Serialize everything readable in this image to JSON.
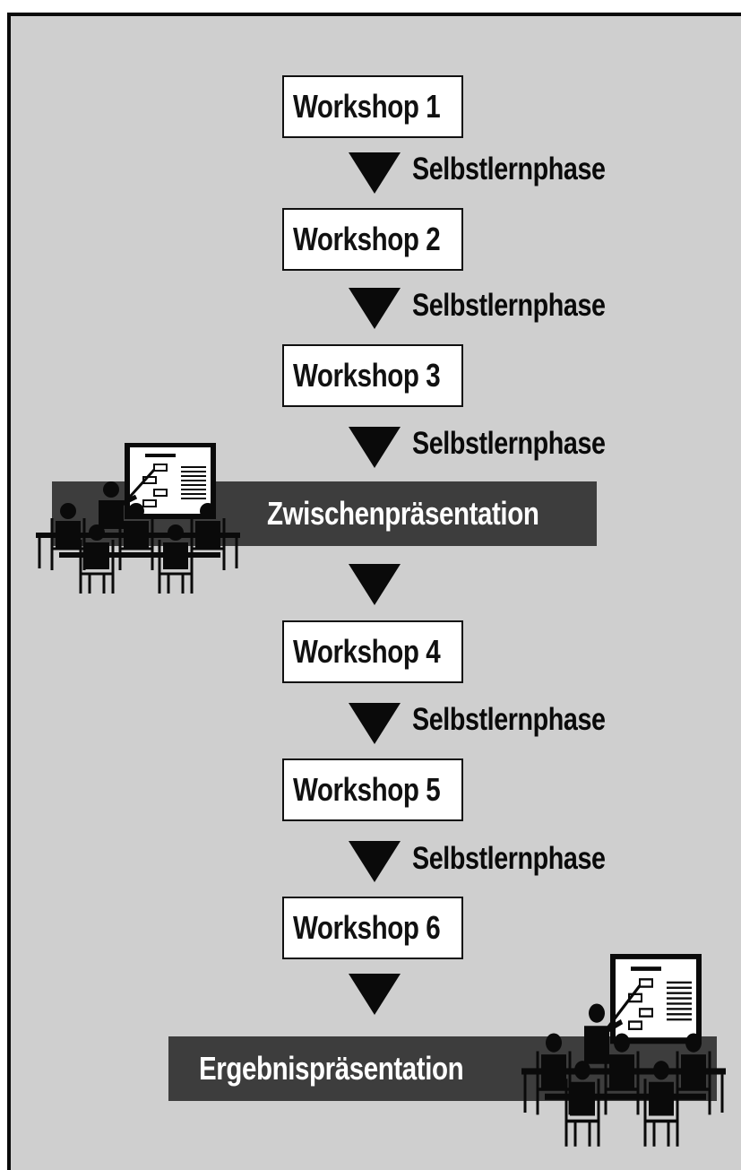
{
  "workshops": [
    {
      "label": "Workshop 1"
    },
    {
      "label": "Workshop 2"
    },
    {
      "label": "Workshop 3"
    },
    {
      "label": "Workshop 4"
    },
    {
      "label": "Workshop 5"
    },
    {
      "label": "Workshop 6"
    }
  ],
  "phases": [
    {
      "label": "Selbstlernphase"
    },
    {
      "label": "Selbstlernphase"
    },
    {
      "label": "Selbstlernphase"
    },
    {
      "label": "Selbstlernphase"
    },
    {
      "label": "Selbstlernphase"
    }
  ],
  "presentations": {
    "intermediate": {
      "label": "Zwischenpräsentation"
    },
    "final": {
      "label": "Ergebnispräsentation"
    }
  },
  "colors": {
    "background": "#cfcfcf",
    "banner": "#3d3d3d",
    "box": "#ffffff",
    "ink": "#0a0a0a"
  },
  "icons": [
    "classroom-presentation-icon",
    "down-arrow-icon"
  ]
}
